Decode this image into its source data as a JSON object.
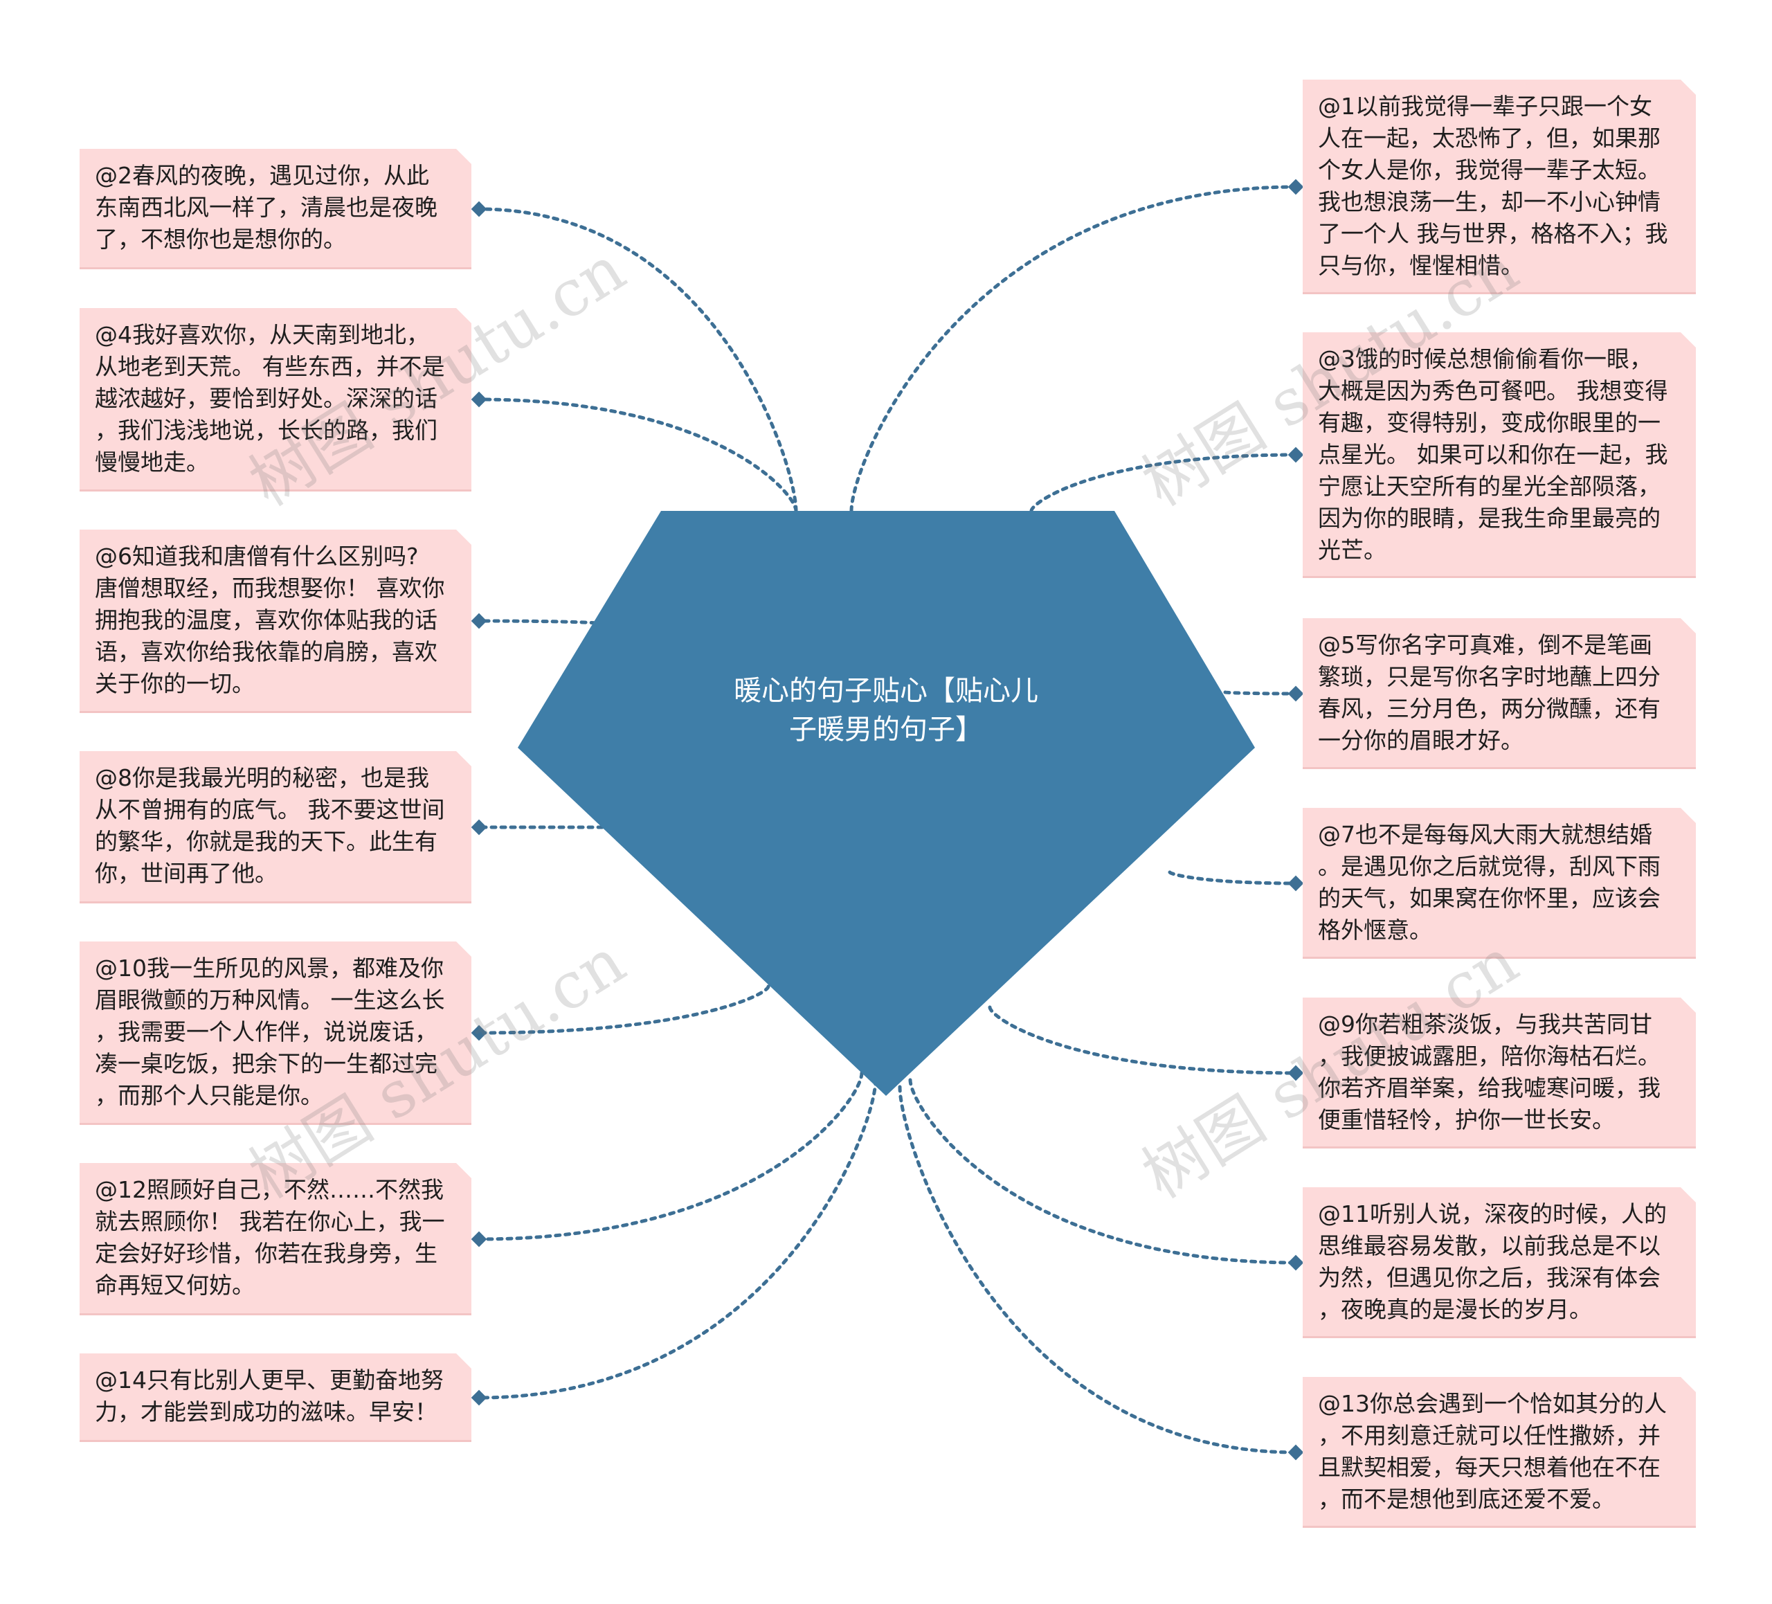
{
  "colors": {
    "center_fill": "#3f7ea8",
    "connector": "#3d6f94",
    "node_fill": "#fddada",
    "node_text": "#1e1e1e"
  },
  "center": {
    "title": "暖心的句子贴心【贴心儿\n子暖男的句子】"
  },
  "nodes_left": [
    {
      "text": "@2春风的夜晚，遇见过你，从此\n东南西北风一样了，清晨也是夜晚\n了，不想你也是想你的。"
    },
    {
      "text": "@4我好喜欢你，从天南到地北，\n从地老到天荒。 有些东西，并不是\n越浓越好，要恰到好处。深深的话\n，我们浅浅地说，长长的路，我们\n慢慢地走。"
    },
    {
      "text": "@6知道我和唐僧有什么区别吗?\n唐僧想取经，而我想娶你！ 喜欢你\n拥抱我的温度，喜欢你体贴我的话\n语，喜欢你给我依靠的肩膀，喜欢\n关于你的一切。"
    },
    {
      "text": "@8你是我最光明的秘密，也是我\n从不曾拥有的底气。 我不要这世间\n的繁华，你就是我的天下。此生有\n你，世间再了他。"
    },
    {
      "text": "@10我一生所见的风景，都难及你\n眉眼微颤的万种风情。 一生这么长\n，我需要一个人作伴，说说废话，\n凑一桌吃饭，把余下的一生都过完\n，而那个人只能是你。"
    },
    {
      "text": "@12照顾好自己，不然……不然我\n就去照顾你！ 我若在你心上，我一\n定会好好珍惜，你若在我身旁，生\n命再短又何妨。"
    },
    {
      "text": "@14只有比别人更早、更勤奋地努\n力，才能尝到成功的滋味。早安！"
    }
  ],
  "nodes_right": [
    {
      "text": "@1以前我觉得一辈子只跟一个女\n人在一起，太恐怖了，但，如果那\n个女人是你，我觉得一辈子太短。\n我也想浪荡一生，却一不小心钟情\n了一个人 我与世界，格格不入；我\n只与你，惺惺相惜。"
    },
    {
      "text": "@3饿的时候总想偷偷看你一眼，\n大概是因为秀色可餐吧。 我想变得\n有趣，变得特别，变成你眼里的一\n点星光。 如果可以和你在一起，我\n宁愿让天空所有的星光全部陨落，\n因为你的眼睛，是我生命里最亮的\n光芒。"
    },
    {
      "text": "@5写你名字可真难，倒不是笔画\n繁琐，只是写你名字时地蘸上四分\n春风，三分月色，两分微醺，还有\n一分你的眉眼才好。"
    },
    {
      "text": "@7也不是每每风大雨大就想结婚\n。是遇见你之后就觉得，刮风下雨\n的天气，如果窝在你怀里，应该会\n格外惬意。"
    },
    {
      "text": "@9你若粗茶淡饭，与我共苦同甘\n，我便披诚露胆，陪你海枯石烂。\n你若齐眉举案，给我嘘寒问暖，我\n便重惜轻怜，护你一世长安。"
    },
    {
      "text": "@11听别人说，深夜的时候，人的\n思维最容易发散，以前我总是不以\n为然，但遇见你之后，我深有体会\n，夜晚真的是漫长的岁月。"
    },
    {
      "text": "@13你总会遇到一个恰如其分的人\n，不用刻意迁就可以任性撒娇，并\n且默契相爱，每天只想着他在不在\n，而不是想他到底还爱不爱。"
    }
  ],
  "watermark": "树图 shutu.cn"
}
